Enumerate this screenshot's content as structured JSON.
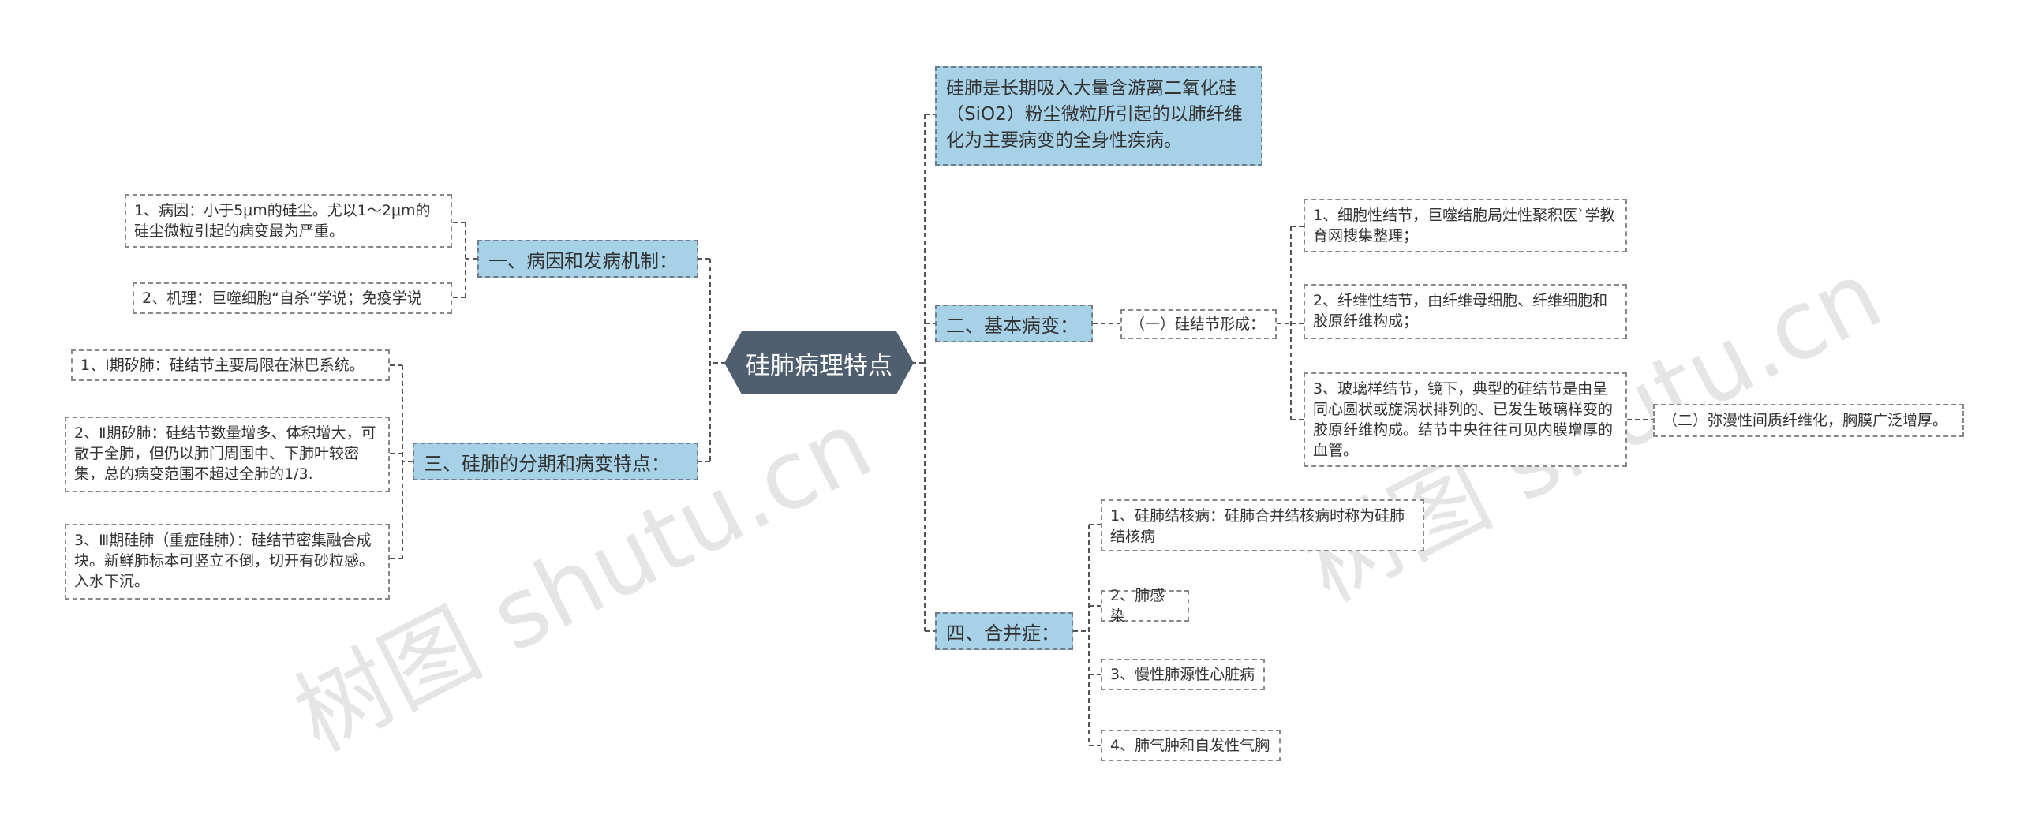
{
  "root": {
    "label": "硅肺病理特点"
  },
  "definition": "硅肺是长期吸入大量含游离二氧化硅（SiO2）粉尘微粒所引起的以肺纤维化为主要病变的全身性疾病。",
  "left": {
    "etiology": {
      "label": "一、病因和发病机制：",
      "items": [
        "1、病因：小于5μm的硅尘。尤以1～2μm的硅尘微粒引起的病变最为严重。",
        "2、机理：巨噬细胞“自杀”学说；免疫学说"
      ]
    },
    "staging": {
      "label": "三、硅肺的分期和病变特点：",
      "items": [
        "1、Ⅰ期矽肺：硅结节主要局限在淋巴系统。",
        "2、Ⅱ期矽肺：硅结节数量增多、体积增大，可散于全肺，但仍以肺门周围中、下肺叶较密集，总的病变范围不超过全肺的1/3.",
        "3、Ⅲ期硅肺（重症硅肺）：硅结节密集融合成块。新鲜肺标本可竖立不倒，切开有砂粒感。入水下沉。"
      ]
    }
  },
  "right": {
    "basic": {
      "label": "二、基本病变：",
      "sub1": {
        "label": "（一）硅结节形成：",
        "items": [
          "1、细胞性结节，巨噬结胞局灶性聚积医`学教育网搜集整理；",
          "2、纤维性结节，由纤维母细胞、纤维细胞和胶原纤维构成；",
          "3、玻璃样结节，镜下，典型的硅结节是由呈同心圆状或旋涡状排列的、已发生玻璃样变的胶原纤维构成。结节中央往往可见内膜增厚的血管。"
        ]
      },
      "sub2": {
        "label": "（二）弥漫性间质纤维化，胸膜广泛增厚。"
      }
    },
    "complications": {
      "label": "四、合并症：",
      "items": [
        "1、硅肺结核病：硅肺合并结核病时称为硅肺结核病",
        "2、肺感染",
        "3、慢性肺源性心脏病",
        "4、肺气肿和自发性气胸"
      ]
    }
  },
  "watermarks": [
    "树图 shutu.cn",
    "树图 shutu.cn"
  ],
  "colors": {
    "root_bg": "#4f5f6f",
    "branch_bg": "#a6d1e7",
    "line": "#555555"
  }
}
